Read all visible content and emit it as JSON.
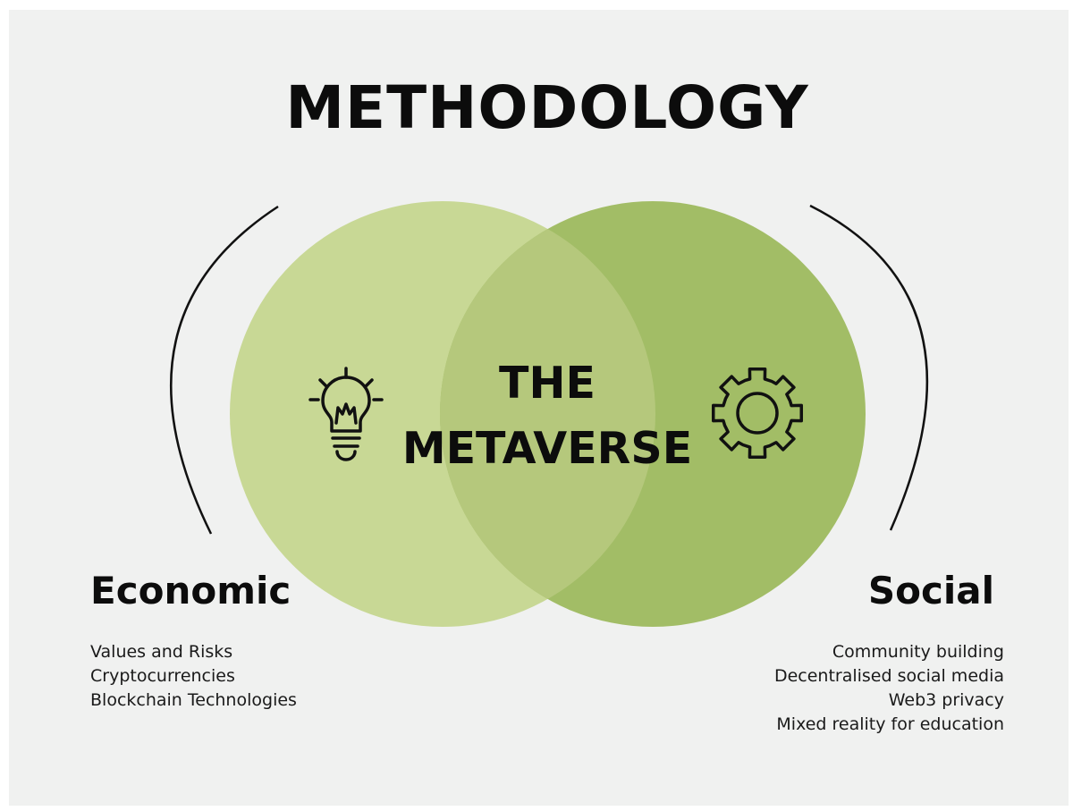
{
  "title": "METHODOLOGY",
  "center": {
    "line1": "THE",
    "line2": "METAVERSE"
  },
  "economic": {
    "heading": "Economic",
    "icon": "lightbulb-icon",
    "items": [
      "Values and Risks",
      "Cryptocurrencies",
      "Blockchain Technologies"
    ]
  },
  "social": {
    "heading": "Social",
    "icon": "gear-icon",
    "items": [
      "Community building",
      "Decentralised social media",
      "Web3 privacy",
      "Mixed reality for education"
    ]
  },
  "colors": {
    "background": "#f0f1f0",
    "left_circle": "#c8d895",
    "right_circle": "#a2bd66",
    "overlap": "#b5c87c",
    "text": "#0c0c0c"
  }
}
